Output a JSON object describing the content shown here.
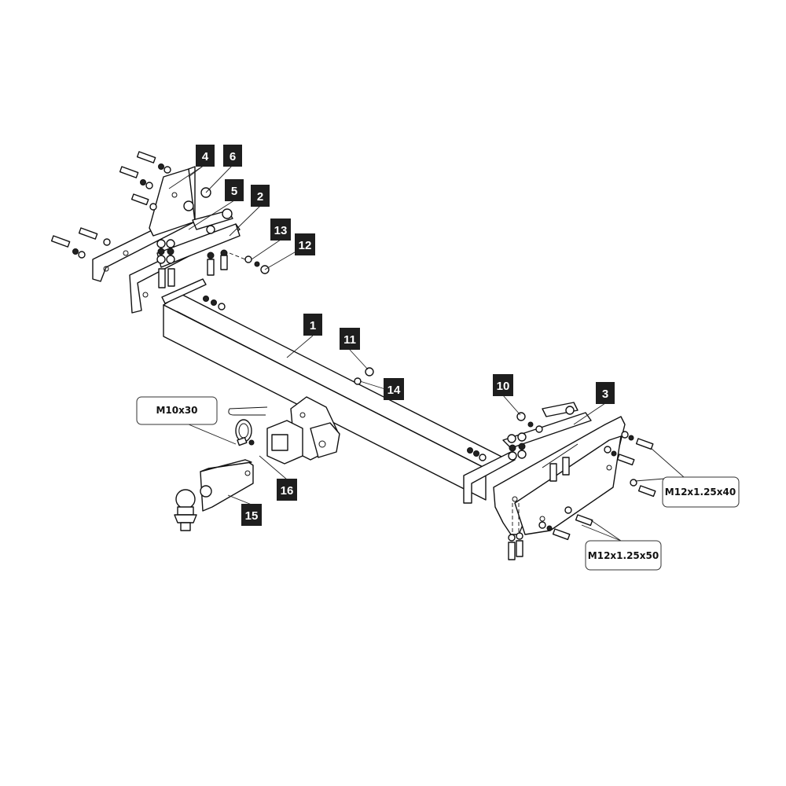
{
  "diagram": {
    "part_numbers": [
      "1",
      "2",
      "3",
      "4",
      "5",
      "6",
      "10",
      "11",
      "12",
      "13",
      "14",
      "15",
      "16"
    ],
    "bolt_specs": {
      "left": "M10x30",
      "right_upper": "M12x1.25x40",
      "right_lower": "M12x1.25x50"
    }
  }
}
